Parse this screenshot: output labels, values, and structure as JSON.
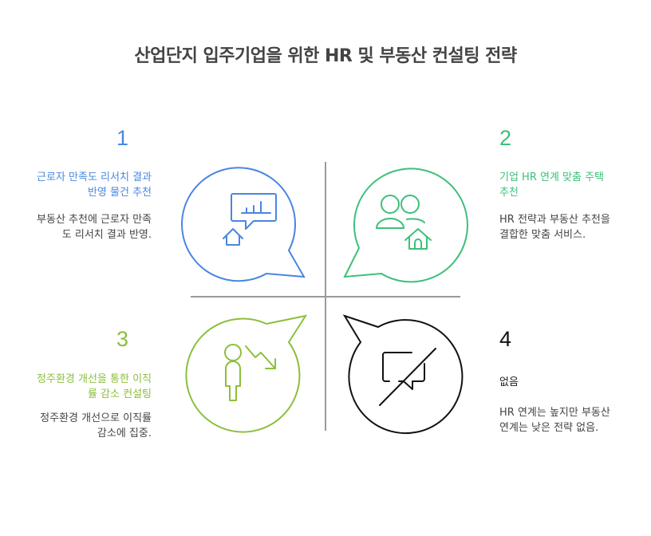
{
  "title": "산업단지 입주기업을 위한 HR 및 부동산 컨설팅 전략",
  "colors": {
    "q1": "#4a86e0",
    "q2": "#3cc07a",
    "q3": "#8cbf3a",
    "q4": "#111111",
    "divider": "#9a9a9a",
    "text": "#444444"
  },
  "quadrants": [
    {
      "number": "1",
      "heading": "근로자 만족도 리서치 결과 반영 물건 추천",
      "description": "부동산 추천에 근로자 만족도 리서치 결과 반영.",
      "icon": "chart-message-house-icon",
      "color": "#4a86e0"
    },
    {
      "number": "2",
      "heading": "기업 HR 연계 맞춤 주택추천",
      "description": "HR 전략과 부동산 추천을 결합한 맞춤 서비스.",
      "icon": "people-house-icon",
      "color": "#3cc07a"
    },
    {
      "number": "3",
      "heading": "정주환경 개선을 통한 이직률 감소 컨설팅",
      "description": "정주환경 개선으로 이직률 감소에 집중.",
      "icon": "person-trend-down-icon",
      "color": "#8cbf3a"
    },
    {
      "number": "4",
      "heading": "없음",
      "description": "HR 연계는 높지만 부동산 연계는 낮은 전략 없음.",
      "icon": "message-off-icon",
      "color": "#111111"
    }
  ]
}
